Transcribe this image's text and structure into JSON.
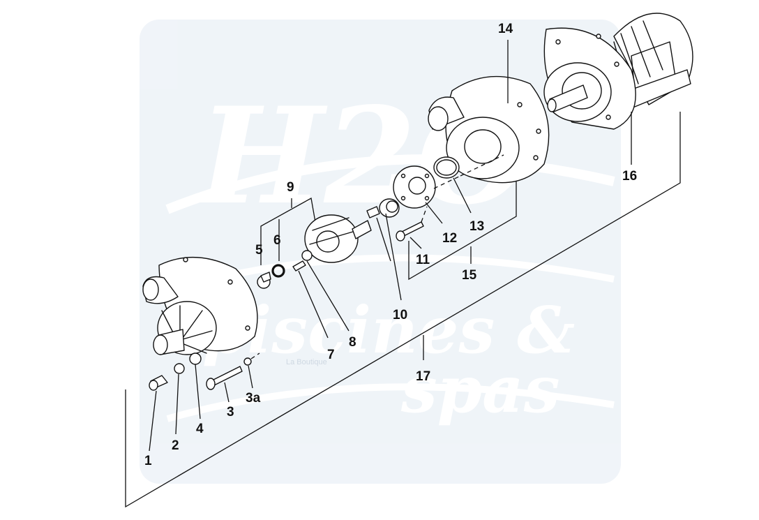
{
  "watermark": {
    "logo_letters": "H2O",
    "word1": "piscines &",
    "word2": "spas",
    "small_text": "La Boutique",
    "color": "#dfe8f2"
  },
  "callouts": {
    "p1": "1",
    "p2": "2",
    "p3": "3",
    "p3a": "3a",
    "p4": "4",
    "p5": "5",
    "p6": "6",
    "p7": "7",
    "p8": "8",
    "p9": "9",
    "p10": "10",
    "p11": "11",
    "p12": "12",
    "p13": "13",
    "p14": "14",
    "p15": "15",
    "p16": "16",
    "p17": "17"
  },
  "colors": {
    "line": "#111111",
    "background": "#ffffff"
  }
}
